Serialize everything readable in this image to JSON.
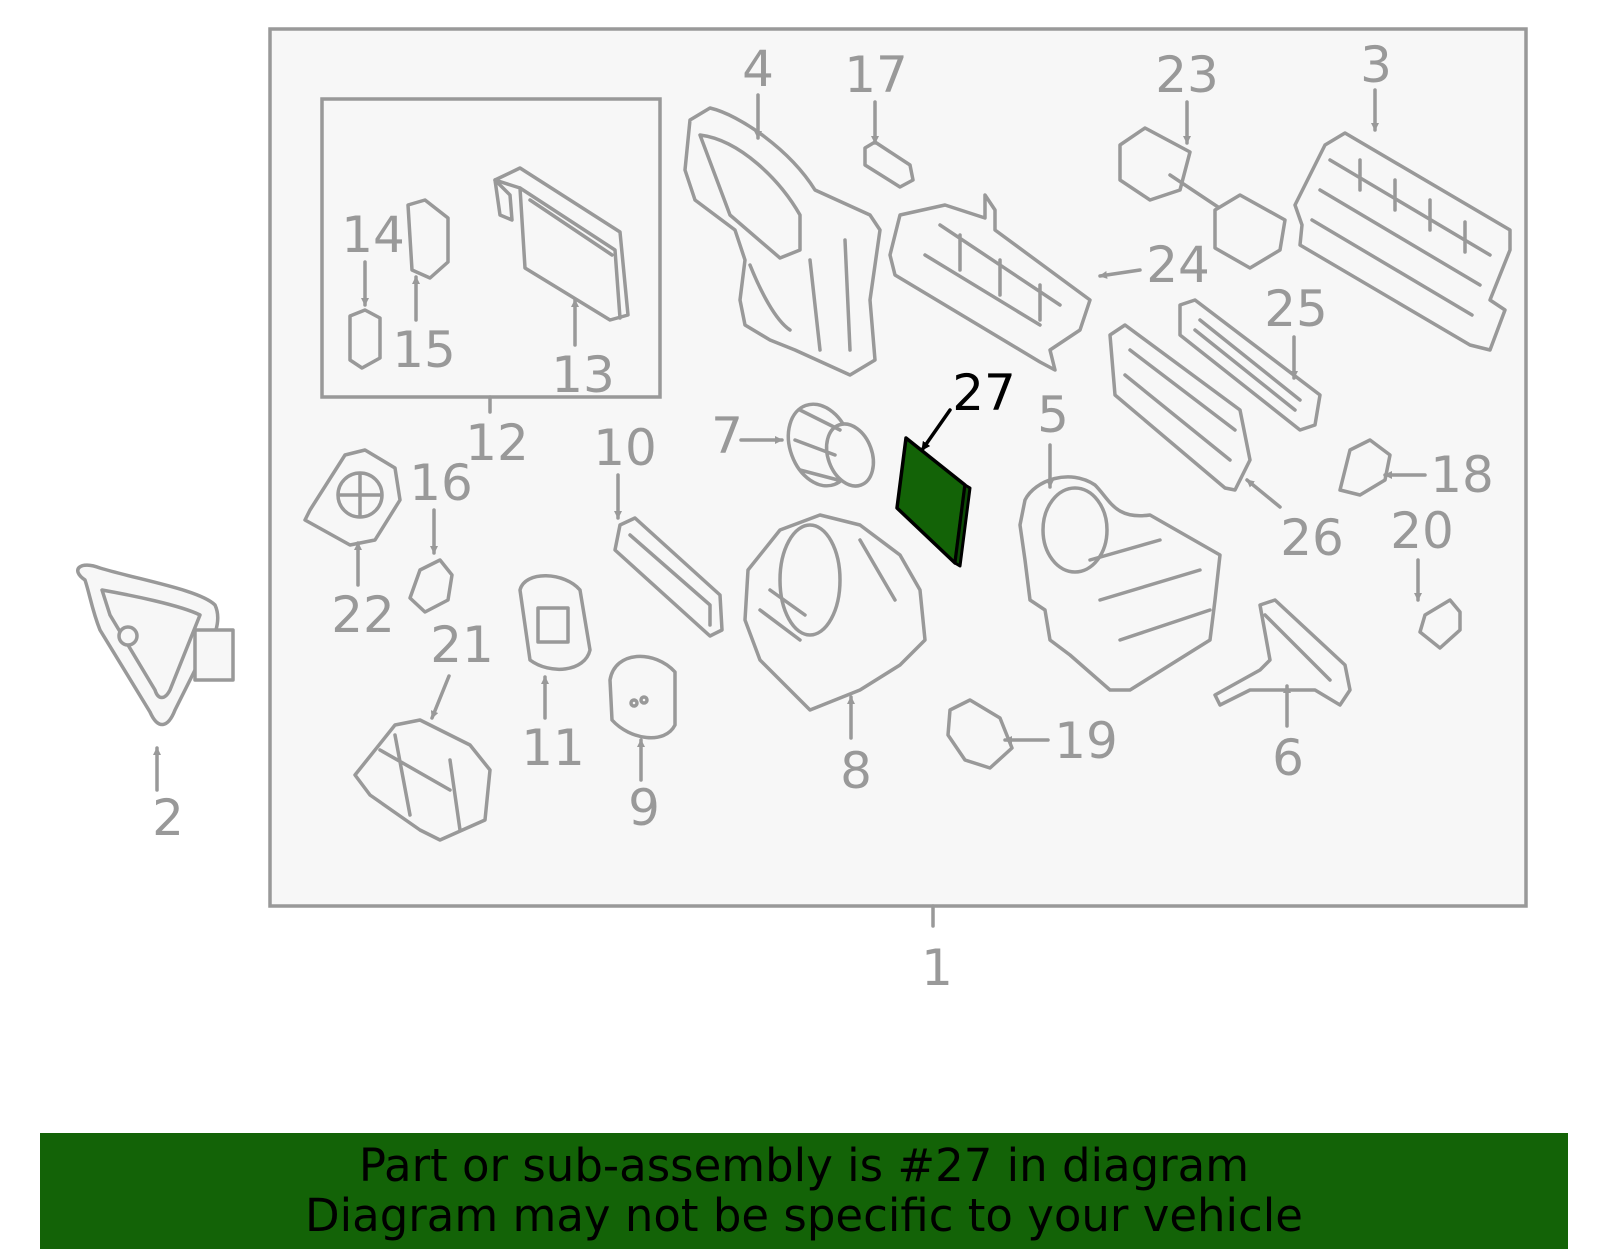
{
  "colors": {
    "line_gray": "#999999",
    "panel_fill": "#f7f7f7",
    "highlight_green": "#136307",
    "highlight_label": "#000000"
  },
  "diagram": {
    "highlighted_part": "27",
    "callouts": [
      {
        "id": "1",
        "label": "1"
      },
      {
        "id": "2",
        "label": "2"
      },
      {
        "id": "3",
        "label": "3"
      },
      {
        "id": "4",
        "label": "4"
      },
      {
        "id": "5",
        "label": "5"
      },
      {
        "id": "6",
        "label": "6"
      },
      {
        "id": "7",
        "label": "7"
      },
      {
        "id": "8",
        "label": "8"
      },
      {
        "id": "9",
        "label": "9"
      },
      {
        "id": "10",
        "label": "10"
      },
      {
        "id": "11",
        "label": "11"
      },
      {
        "id": "12",
        "label": "12"
      },
      {
        "id": "13",
        "label": "13"
      },
      {
        "id": "14",
        "label": "14"
      },
      {
        "id": "15",
        "label": "15"
      },
      {
        "id": "16",
        "label": "16"
      },
      {
        "id": "17",
        "label": "17"
      },
      {
        "id": "18",
        "label": "18"
      },
      {
        "id": "19",
        "label": "19"
      },
      {
        "id": "20",
        "label": "20"
      },
      {
        "id": "21",
        "label": "21"
      },
      {
        "id": "22",
        "label": "22"
      },
      {
        "id": "23",
        "label": "23"
      },
      {
        "id": "24",
        "label": "24"
      },
      {
        "id": "25",
        "label": "25"
      },
      {
        "id": "26",
        "label": "26"
      },
      {
        "id": "27",
        "label": "27"
      }
    ]
  },
  "banner": {
    "line1": "Part or sub-assembly is #27 in diagram",
    "line2": "Diagram may not be specific to your vehicle"
  }
}
